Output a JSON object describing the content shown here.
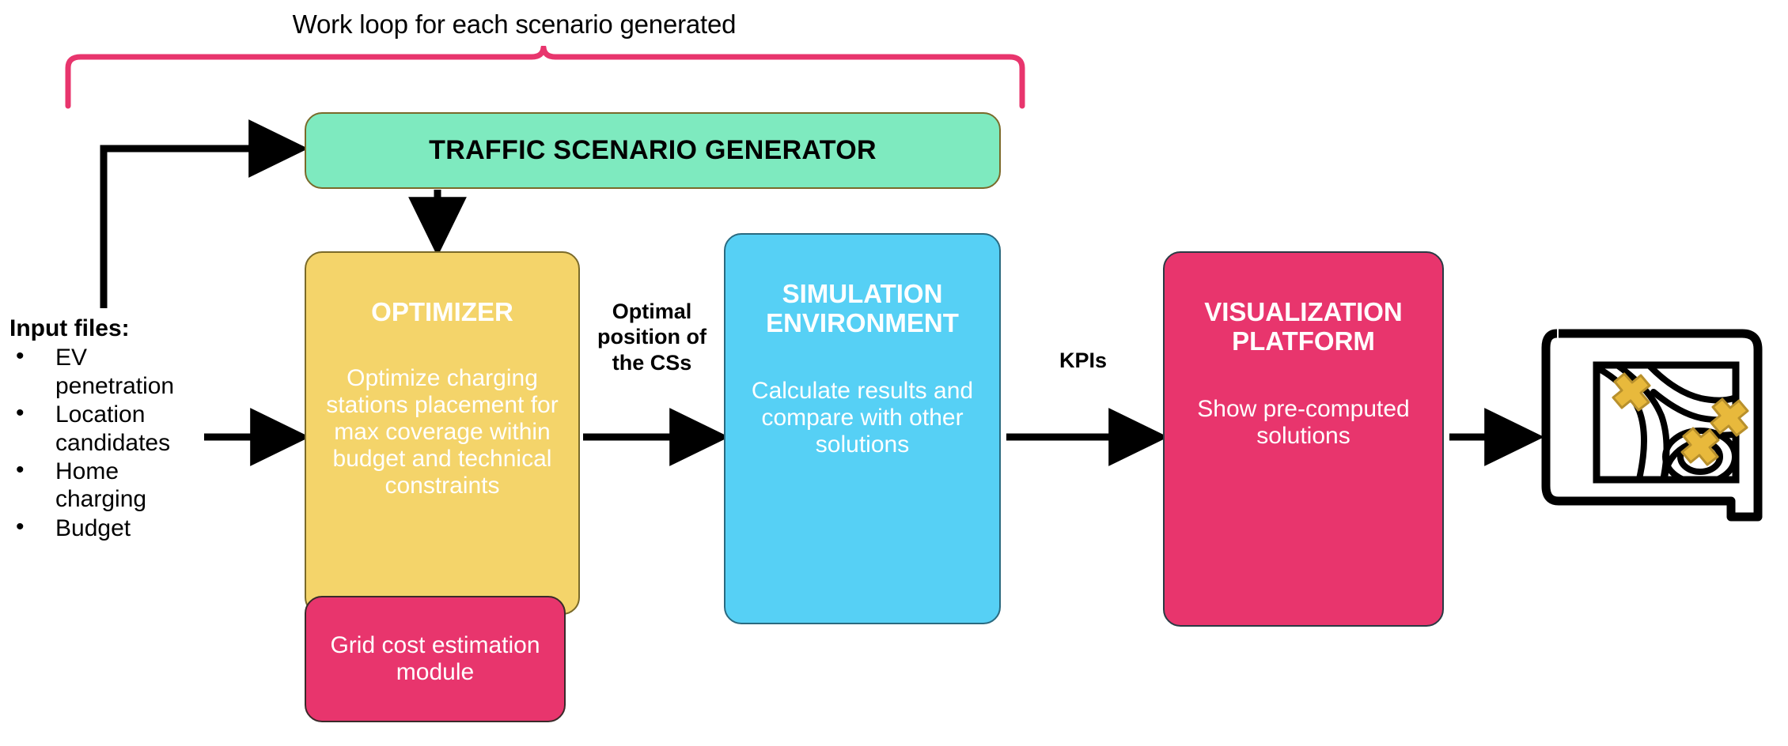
{
  "diagram": {
    "loop_caption": "Work loop for each scenario generated",
    "nodes": {
      "generator": {
        "title": "TRAFFIC SCENARIO GENERATOR",
        "color": "#7eeabf"
      },
      "optimizer": {
        "title": "OPTIMIZER",
        "description": "Optimize charging stations placement for max coverage within budget and technical constraints",
        "color": "#f4d46a"
      },
      "grid_cost": {
        "title": "Grid cost estimation module",
        "color": "#e8356d"
      },
      "simulation": {
        "title": "SIMULATION ENVIRONMENT",
        "description": "Calculate results and compare with other solutions",
        "color": "#56d0f5"
      },
      "visualization": {
        "title": "VISUALIZATION PLATFORM",
        "description": "Show pre-computed solutions",
        "color": "#e8356d"
      }
    },
    "edges": [
      {
        "label": "Optimal position of the CSs",
        "from": "optimizer",
        "to": "simulation"
      },
      {
        "label": "KPIs",
        "from": "simulation",
        "to": "visualization"
      }
    ],
    "inputs": {
      "heading": "Input files:",
      "items": [
        "EV penetration",
        "Location candidates",
        "Home charging",
        "Budget"
      ]
    },
    "output_icon": {
      "name": "blueprint-map-icon",
      "marker_color": "#e8b93c",
      "markers": 3
    },
    "colors": {
      "brace": "#e8356d",
      "arrow": "#000000",
      "text_on_box": "#ffffff",
      "text_default": "#000000"
    }
  }
}
